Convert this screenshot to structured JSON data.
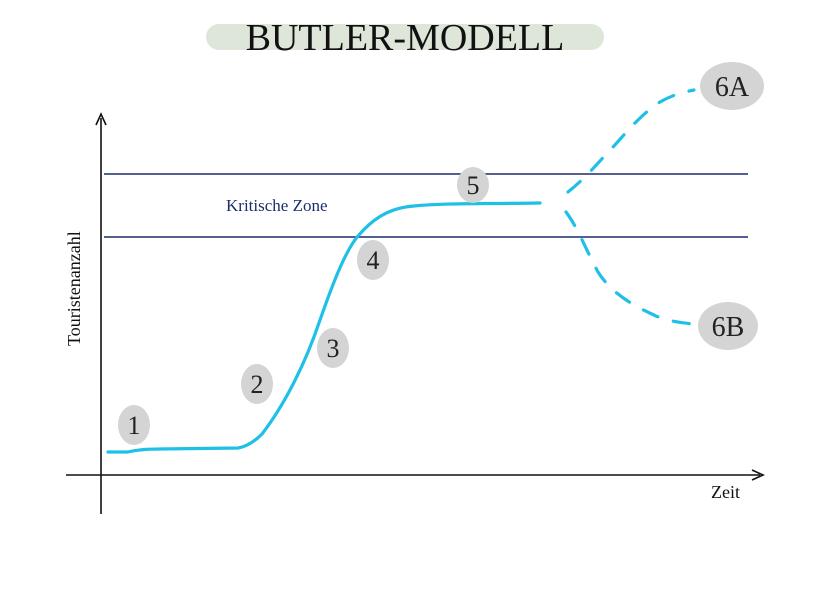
{
  "title": "BUTLER-MODELL",
  "axes": {
    "y_label": "Touristenanzahl",
    "x_label": "Zeit"
  },
  "zone": {
    "label": "Kritische Zone"
  },
  "stages": [
    {
      "id": "stage-1",
      "label": "1"
    },
    {
      "id": "stage-2",
      "label": "2"
    },
    {
      "id": "stage-3",
      "label": "3"
    },
    {
      "id": "stage-4",
      "label": "4"
    },
    {
      "id": "stage-5",
      "label": "5"
    },
    {
      "id": "stage-6a",
      "label": "6A"
    },
    {
      "id": "stage-6b",
      "label": "6B"
    }
  ],
  "colors": {
    "title_highlight": "#dde6d8",
    "curve": "#1ec0e6",
    "zone_lines": "#1c2d6b",
    "zone_text": "#1c2d6b",
    "badge": "#d4d4d4",
    "axis": "#111111"
  }
}
